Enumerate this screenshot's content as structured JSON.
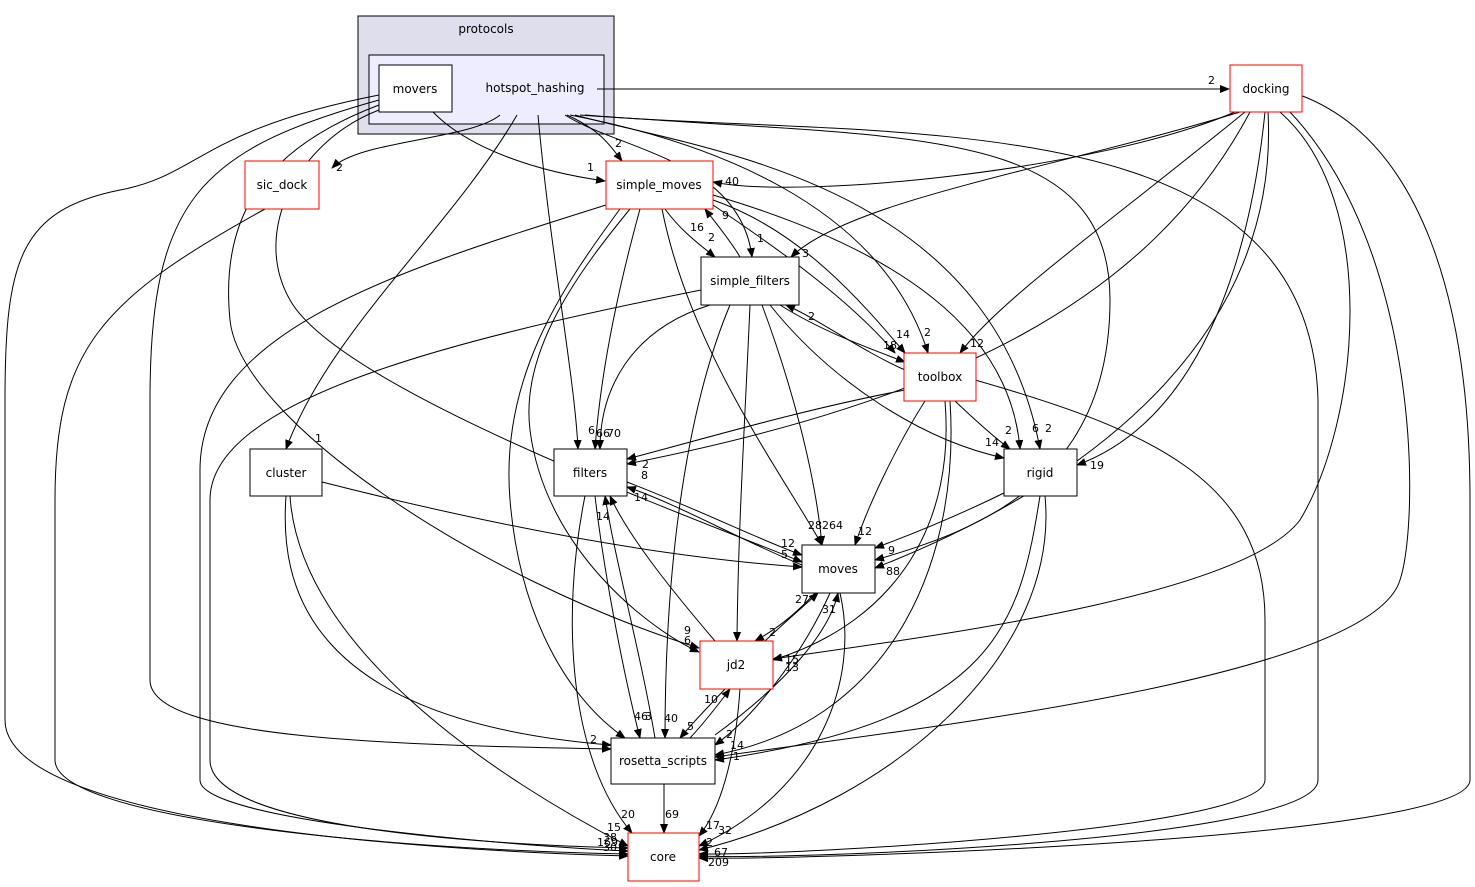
{
  "graph": {
    "clusters": {
      "outer": {
        "label": "protocols"
      },
      "inner": {
        "label": "hotspot_hashing"
      }
    },
    "nodes": {
      "movers": {
        "label": "movers",
        "border": "#000000"
      },
      "docking": {
        "label": "docking",
        "border": "#ff0000"
      },
      "sic_dock": {
        "label": "sic_dock",
        "border": "#ff0000"
      },
      "simple_moves": {
        "label": "simple_moves",
        "border": "#ff0000"
      },
      "simple_filters": {
        "label": "simple_filters",
        "border": "#000000"
      },
      "toolbox": {
        "label": "toolbox",
        "border": "#ff0000"
      },
      "cluster": {
        "label": "cluster",
        "border": "#000000"
      },
      "filters": {
        "label": "filters",
        "border": "#000000"
      },
      "rigid": {
        "label": "rigid",
        "border": "#000000"
      },
      "moves": {
        "label": "moves",
        "border": "#000000"
      },
      "jd2": {
        "label": "jd2",
        "border": "#ff0000"
      },
      "rosetta_scripts": {
        "label": "rosetta_scripts",
        "border": "#000000"
      },
      "core": {
        "label": "core",
        "border": "#ff0000"
      }
    },
    "edge_labels": {
      "hh_docking": "2",
      "hh_simple_moves": "2",
      "movers_simple_moves": "1",
      "hh_sic_dock": "2",
      "hh_cluster": "1",
      "docking_simple_moves": "40",
      "sm_sf_a": "16",
      "sm_sf_b": "2",
      "sf_sm": "9",
      "hh_sf": "1",
      "docking_sf": "3",
      "sf_toolbox_a": "2",
      "sf_toolbox_b": "18",
      "sm_toolbox": "14",
      "hh_toolbox": "2",
      "docking_toolbox": "12",
      "filters_in_a": "6",
      "filters_in_b": "66",
      "filters_in_c": "70",
      "toolbox_filters": "2",
      "docking_filters": "8",
      "moves_filters": "14",
      "rs_filters": "14",
      "rigid_in_a": "14",
      "rigid_in_b": "2",
      "rigid_in_c": "6",
      "rigid_in_d": "2",
      "docking_rigid": "19",
      "moves_in_a": "28",
      "moves_in_b": "264",
      "moves_in_c": "12",
      "moves_in_d": "12",
      "moves_in_e": "5",
      "moves_in_f": "9",
      "moves_in_g": "88",
      "jd2_moves": "27",
      "rs_moves": "31",
      "jd2_in_a": "9",
      "jd2_in_b": "6",
      "moves_jd2": "2",
      "jd2_in_c": "15",
      "jd2_in_d": "13",
      "rs_jd2": "10",
      "rs_in_a": "46",
      "rs_in_b": "3",
      "rs_in_c": "40",
      "jd2_rs": "5",
      "rs_in_d": "2",
      "rs_in_e": "14",
      "rs_in_f": "2",
      "rs_in_g": "1",
      "core_in_a": "20",
      "core_in_b": "69",
      "core_in_c": "15",
      "core_in_d": "2",
      "core_in_e": "17",
      "core_in_f": "32",
      "core_in_g": "67",
      "core_in_h": "209",
      "core_in_i": "169",
      "core_in_j": "30",
      "core_in_k": "38"
    }
  }
}
